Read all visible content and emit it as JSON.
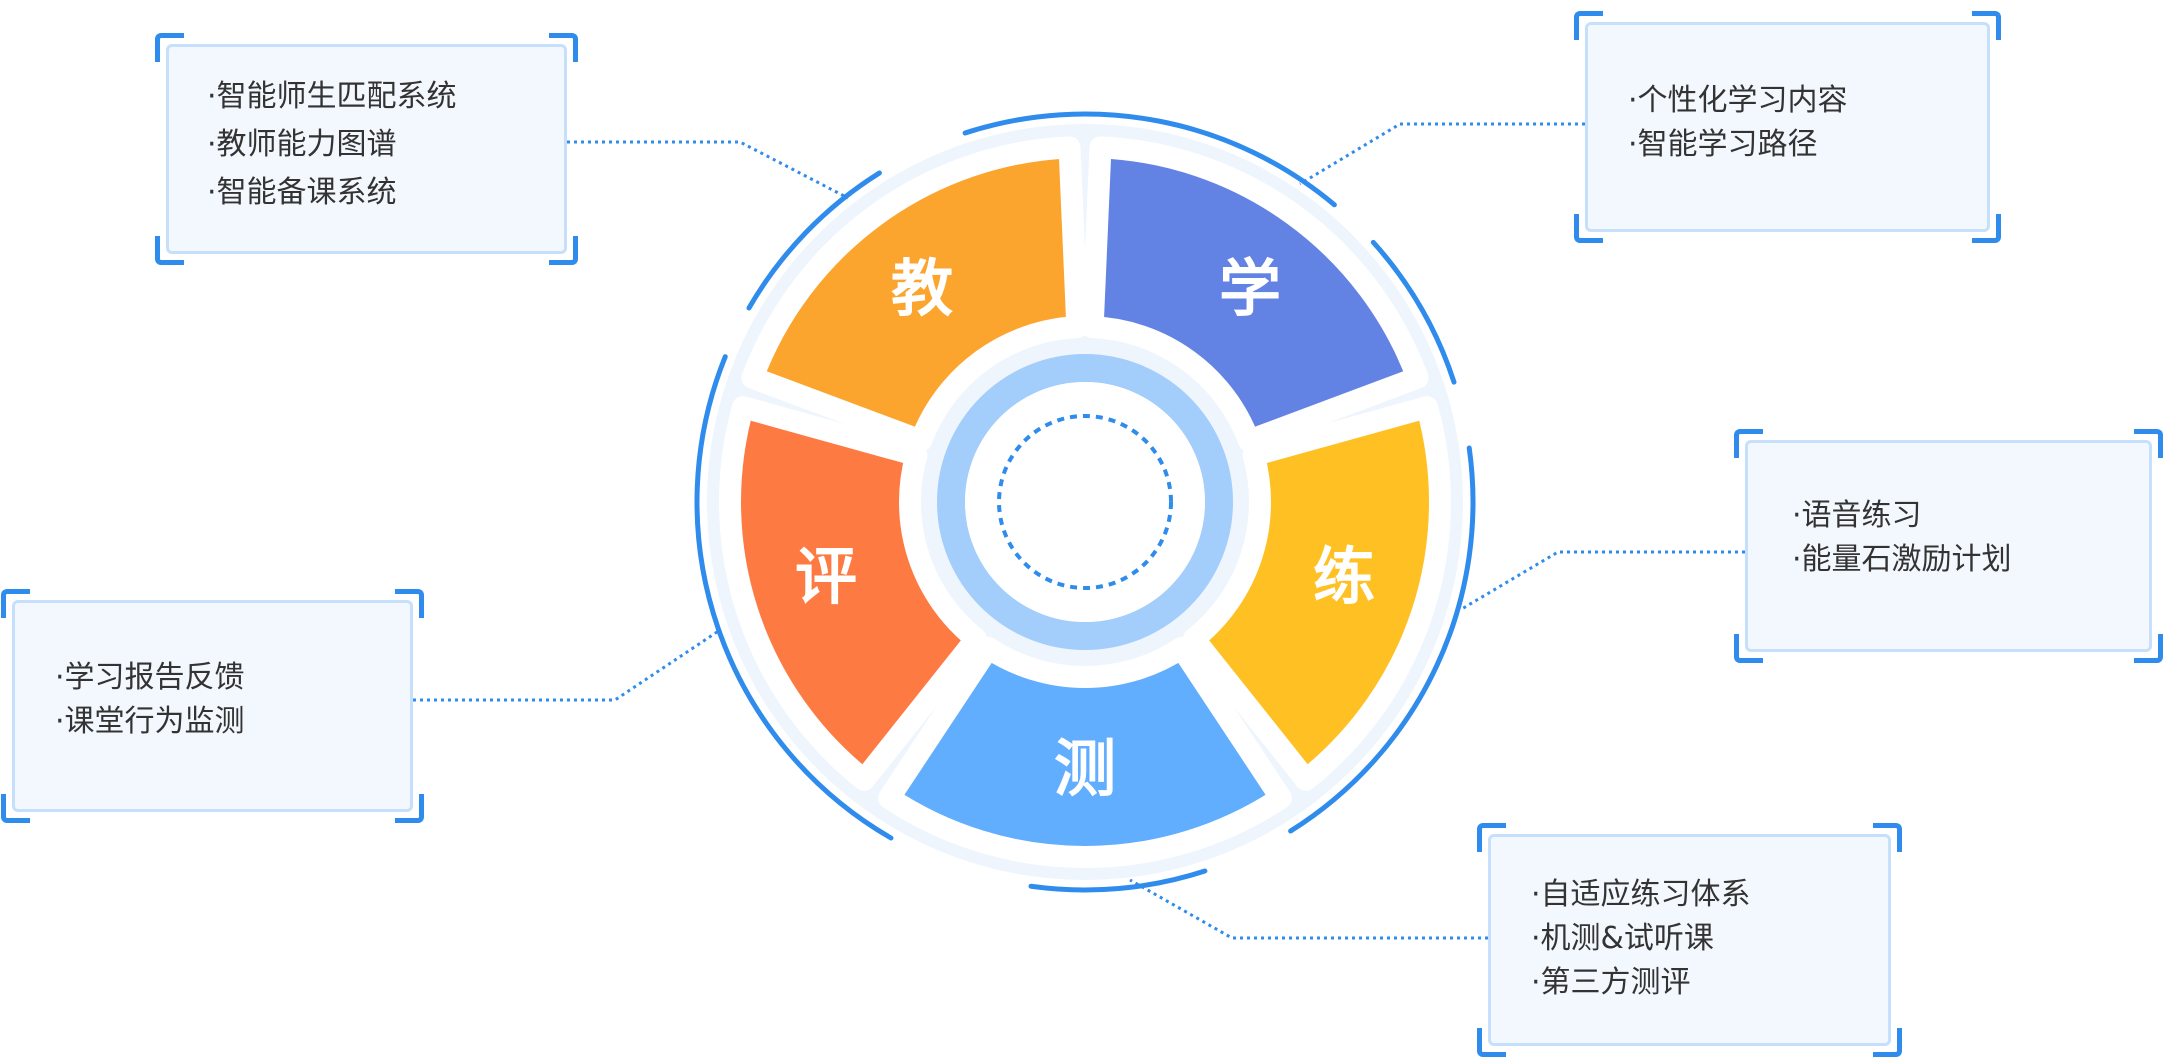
{
  "center_segments": [
    {
      "label": "教",
      "color": "#fca52e"
    },
    {
      "label": "学",
      "color": "#6383e4"
    },
    {
      "label": "练",
      "color": "#fec022"
    },
    {
      "label": "测",
      "color": "#61adfe"
    },
    {
      "label": "评",
      "color": "#fe7a43"
    }
  ],
  "boxes": {
    "jiao": {
      "items": [
        "·智能师生匹配系统",
        "·教师能力图谱",
        "·智能备课系统"
      ]
    },
    "xue": {
      "items": [
        "·个性化学习内容",
        "·智能学习路径"
      ]
    },
    "lian": {
      "items": [
        "·语音练习",
        "·能量石激励计划"
      ]
    },
    "ce": {
      "items": [
        "·自适应练习体系",
        "·机测&试听课",
        "·第三方测评"
      ]
    },
    "ping": {
      "items": [
        "·学习报告反馈",
        "·课堂行为监测"
      ]
    }
  },
  "colors": {
    "accent": "#2f8cec",
    "box_border": "#c6e0fb",
    "box_bg": "#f3f8fe",
    "inner_ring": "#a3cdfb",
    "outer_ring_fill": "#eef5fd"
  }
}
